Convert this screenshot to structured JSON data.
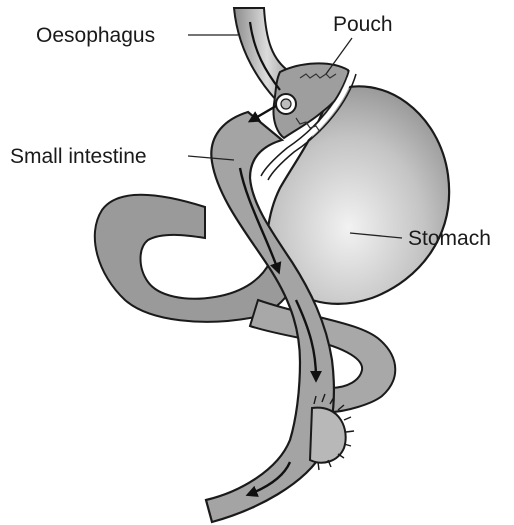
{
  "labels": {
    "oesophagus": "Oesophagus",
    "pouch": "Pouch",
    "small_intestine": "Small intestine",
    "stomach": "Stomach"
  },
  "colors": {
    "organ_fill": "#9e9e9e",
    "organ_highlight": "#eeeeee",
    "outline": "#1a1a1a",
    "leader": "#222222",
    "background": "#ffffff"
  }
}
